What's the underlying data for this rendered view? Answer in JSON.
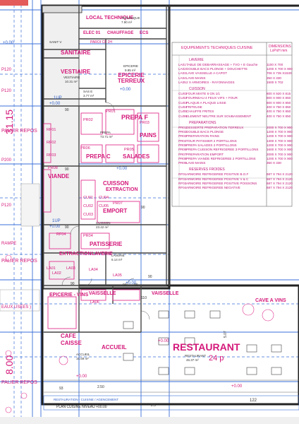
{
  "rooms": {
    "local_technique": "LOCAL TECHNIQUE",
    "technique_small": "TECHNIQUE",
    "technique_area": "7.90 m²",
    "elec": "ELEC 01",
    "chauffage": "CHAUFFAGE",
    "ecs": "ECS",
    "paroi": "PAROI CF 2H",
    "sanit": "SANIT V",
    "sanitaire": "SANITAIRE",
    "vestiaire": "VESTIAIRE",
    "vestiaire_small": "VESTIAIRE",
    "vestiaire_area": "10.31 m²",
    "epicerie_terreux": "EPICERIE TERREUX",
    "epicerie_small": "EPICERIE",
    "epicerie_area": "9.95 m²",
    "sas": "SAS E",
    "sas_area": "3.77 m²",
    "prepa_f": "PREPA F",
    "prepa_small": "PREPA",
    "prepa_area": "73.71 m²",
    "pains": "PAINS",
    "prepa_c": "PREPA C",
    "salades": "SALADES",
    "viande": "VIANDE",
    "cuisson": "CUISSON",
    "extraction": "EXTRACTION",
    "emport": "EMPORT",
    "cuisson_small": "CUISSON",
    "cuisson_area": "23.42 m²",
    "patisserie": "PATISSERIE",
    "extraction2": "EXTRACTION",
    "laverie": "LAVERIE",
    "laverie_area": "6.14 m²",
    "epicerie_vins": "EPICERIE - VINS",
    "vaisselle1": "VAISSELLE",
    "vaisselle2": "VAISSELLE",
    "cave_vins": "CAVE A VINS",
    "cafe": "CAFE",
    "caisse": "CAISSE",
    "accueil": "ACCUEIL",
    "accueil_small": "ACCUEIL",
    "accueil_area": "15.69 m²",
    "restaurant": "RESTAURANT",
    "restaurant_small": "RESTAURANT",
    "restaurant_area": "46.37 m²",
    "capacity": "24 p"
  },
  "codes": {
    "rf01": "RF01",
    "rf02": "RF02",
    "rf03": "RF03",
    "rf04": "RF04",
    "pr01": "PR01",
    "pr02": "PR02",
    "pr03": "PR03",
    "pr04": "PR04",
    "pr05": "PR05",
    "pr06": "PR06",
    "pr07": "PR07",
    "pr08": "PR08",
    "cu01": "CU01",
    "cu02": "CU02",
    "cu03": "CU03",
    "cu04": "CU04",
    "cu05": "CU05",
    "la01": "LA01",
    "la02": "LA02",
    "la03": "LA03",
    "la04": "LA04",
    "la05": "LA05",
    "la06": "LA06"
  },
  "levels": {
    "up1": "1UP",
    "lvl1": "+0.00",
    "up2": "1UP",
    "lvl2": "+0.00",
    "lvl3": "+0.00",
    "lvl4": "+0.00",
    "lvl5": "+0.00",
    "lvl6": "+0.00",
    "lvl7": "+0.00",
    "lvl8": "+0.00",
    "lvl9": "+0.00",
    "p120a": "P120",
    "p120b": "P120",
    "p200": "P200",
    "p120c": "P120"
  },
  "dims": {
    "d90a": "90",
    "d90b": "90",
    "d90c": "90",
    "d90d": "90",
    "d90e": "90",
    "d90f": "90",
    "d90g": "90",
    "d90h": "90",
    "d110": "110",
    "d3115": "31.15",
    "d800": "8.00",
    "d507": "5.07",
    "d250": "2.50",
    "d122": "122",
    "d2": "2.5",
    "d93": "93"
  },
  "left_notes": {
    "palier_repos1": "PALIER REPOS",
    "rampe": "RAMPE",
    "palier_repos2": "PALIER REPOS",
    "usees": "EAUX USEES )",
    "palier_repos3": "PALIER REPOS"
  },
  "bottom": {
    "plan_title": "PLAN CUISINE NIVEAU +00.00",
    "plan_note": "RESTAURATION - CUISINE / AGENCEMENT"
  },
  "equipment": {
    "title": "EQUIPEMENTS TECHNIQUES CUISINE",
    "dim_header": "DIMENSIONS",
    "dim_sub": "LxPxH mm",
    "sections": [
      {
        "name": "LAVERIE",
        "items": [
          {
            "code": "LA01",
            "desc": "TABLE DE DEBARRASSAGE + TVO + E Gauche",
            "dim": "1100 X 700"
          },
          {
            "code": "LA02",
            "desc": "DOUBLE BACS PLONGE + DOUCHETTE",
            "dim": "1200 X 700 X 900"
          },
          {
            "code": "LA03",
            "desc": "LAVE VAISSELLE A CAPOT",
            "dim": "706 X 735 X1530"
          },
          {
            "code": "LA04",
            "desc": "LAVE-MAINS",
            "dim": "350 X 330"
          },
          {
            "code": "LA05",
            "desc": "2 X ARMOIRES - RAYONNAGES",
            "dim": "1500 X 702"
          }
        ]
      },
      {
        "name": "CUISSON",
        "items": [
          {
            "code": "CU01",
            "desc": "FOUR MIXTE 6 GN 1/1",
            "dim": "800 X 920 X 815"
          },
          {
            "code": "CU02",
            "desc": "FOURNEAU 4 FEUX VIFS + FOUR",
            "dim": "800 X 900 X 850"
          },
          {
            "code": "CU03",
            "desc": "PLAQUE A PLAQUE LISSE",
            "dim": "800 X 900 X 850"
          },
          {
            "code": "CU04",
            "desc": "FRITEUSE",
            "dim": "400 X 750 X 850"
          },
          {
            "code": "CU05",
            "desc": "CHAUFFE FRITES",
            "dim": "400 X 750 X 850"
          },
          {
            "code": "CU06",
            "desc": "ELEMENT NEUTRE SUR SOUBASSEMENT",
            "dim": "400 X 750 X 850"
          }
        ]
      },
      {
        "name": "PREPARATIONS",
        "items": [
          {
            "code": "PR01",
            "desc": "DESSERTE PREPARATION TERREUX",
            "dim": "2000 X 700 X 900"
          },
          {
            "code": "PR02",
            "desc": "DOUBLE BACS PLONGE",
            "dim": "1200 X 700 X 900"
          },
          {
            "code": "PR03",
            "desc": "PREPARATION PAINS",
            "dim": "1200 X 700 X 900"
          },
          {
            "code": "PR04",
            "desc": "TOUR PATISSIER 2 PORTILLONS",
            "dim": "1300 X 700 X 900"
          },
          {
            "code": "PR05",
            "desc": "PREPA SALADES 2 PORTILLONS",
            "dim": "1200 X 700 X 900"
          },
          {
            "code": "PR06",
            "desc": "PREPA CUISSON REFRIGEREE 3 PORTILLONS",
            "dim": "1600 X 700 X 900"
          },
          {
            "code": "PR07",
            "desc": "PREPARATION EMPORT",
            "dim": "2000 X 700 X 900"
          },
          {
            "code": "PR08",
            "desc": "PREPA VIANDE REFRIGEREE 2 PORTILLONS",
            "dim": "1200 X 700 X 900"
          },
          {
            "code": "PR09",
            "desc": "LAVE-MAINS",
            "dim": "350 X 330"
          }
        ]
      },
      {
        "name": "RESERVES FROIDES",
        "items": [
          {
            "code": "RF01",
            "desc": "ARMOIRE REFRIGEREE POSITIVE B.O.F",
            "dim": "687 X 794 X 2120"
          },
          {
            "code": "RF02",
            "desc": "ARMOIRE REFRIGEREE POSITIVE V & C",
            "dim": "687 X 794 X 2120"
          },
          {
            "code": "RF03",
            "desc": "ARMOIRE REFRIGEREE POSITIVE POISSONS",
            "dim": "687 X 794 X 2120"
          },
          {
            "code": "RF04",
            "desc": "ARMOIRE REFRIGEREE NEGATIVE",
            "dim": "687 X 794 X 2120"
          }
        ]
      }
    ]
  }
}
